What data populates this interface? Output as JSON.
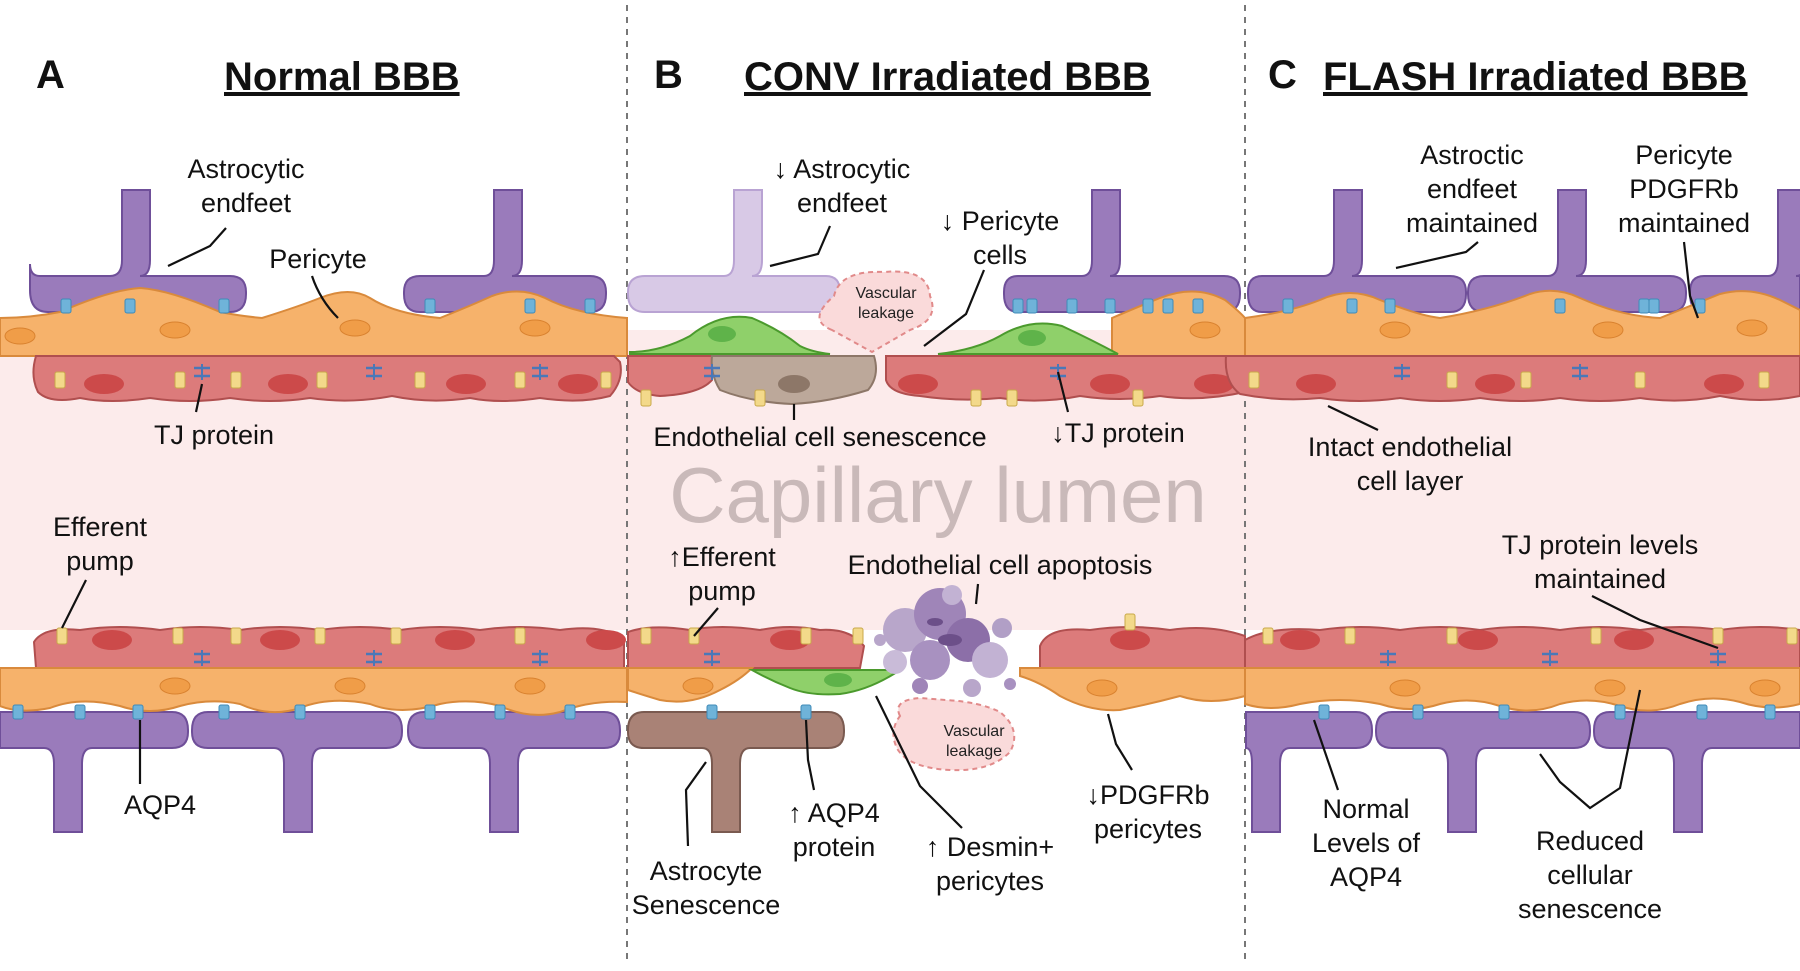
{
  "panels": [
    {
      "letter": "A",
      "title": "Normal BBB"
    },
    {
      "letter": "B",
      "title": "CONV Irradiated BBB"
    },
    {
      "letter": "C",
      "title": "FLASH Irradiated BBB"
    }
  ],
  "lumen": "Capillary lumen",
  "labels": {
    "a_astro1": "Astrocytic",
    "a_astro2": "endfeet",
    "a_pericyte": "Pericyte",
    "a_tj": "TJ protein",
    "a_eff1": "Efferent",
    "a_eff2": "pump",
    "a_aqp4": "AQP4",
    "b_astro1": "↓ Astrocytic",
    "b_astro2": "endfeet",
    "b_leak_top1": "Vascular",
    "b_leak_top2": "leakage",
    "b_peri1": "↓ Pericyte",
    "b_peri2": "cells",
    "b_senes": "Endothelial cell senescence",
    "b_tj": "↓TJ protein",
    "b_eff1": "↑Efferent",
    "b_eff2": "pump",
    "b_apop": "Endothelial cell apoptosis",
    "b_leak_bot1": "Vascular",
    "b_leak_bot2": "leakage",
    "b_astsen1": "Astrocyte",
    "b_astsen2": "Senescence",
    "b_aqp1": "↑ AQP4",
    "b_aqp2": "protein",
    "b_desmin1": "↑ Desmin+",
    "b_desmin2": "pericytes",
    "b_pdgf1": "↓PDGFRb",
    "b_pdgf2": "pericytes",
    "c_astro1": "Astroctic",
    "c_astro2": "endfeet",
    "c_astro3": "maintained",
    "c_peri1": "Pericyte",
    "c_peri2": "PDGFRb",
    "c_peri3": "maintained",
    "c_intact1": "Intact endothelial",
    "c_intact2": "cell layer",
    "c_tj1": "TJ protein levels",
    "c_tj2": "maintained",
    "c_aqp1": "Normal",
    "c_aqp2": "Levels of",
    "c_aqp3": "AQP4",
    "c_sen1": "Reduced",
    "c_sen2": "cellular",
    "c_sen3": "senescence"
  },
  "colors": {
    "astrocyte": "#9a7bbb",
    "astrocyte_faded": "#d8c9e6",
    "astrocyte_senescent": "#a98276",
    "pericyte": "#f6b26b",
    "pericyte_desmin": "#8fd06a",
    "endothelial": "#dc7b7b",
    "nucleus_endo": "#cc4a4a",
    "lumen": "#fcebeb",
    "tj_protein": "#4a78b8",
    "efflux_pump": "#f3d98a",
    "aqp4": "#6fb3d9"
  }
}
